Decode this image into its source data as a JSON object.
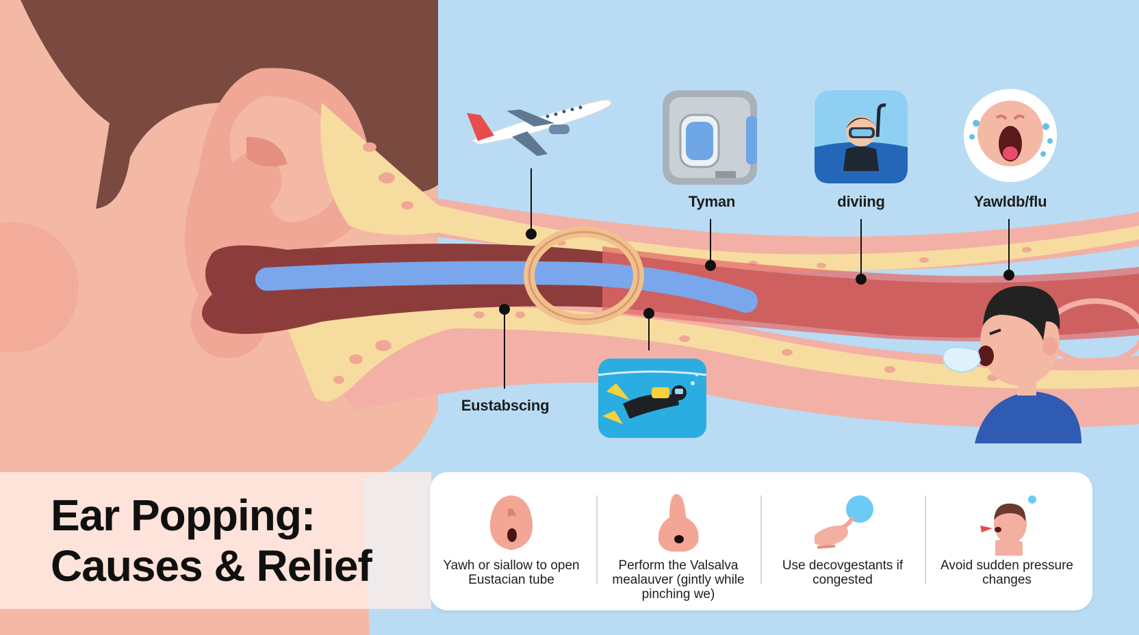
{
  "title": {
    "line1": "Ear Popping:",
    "line2": "Causes & Relief"
  },
  "cause_labels": {
    "tyman": "Tyman",
    "diving": "diviing",
    "yawn": "Yawldb/flu",
    "eustachian": "Eustabscing"
  },
  "icons": [
    "airplane-icon",
    "cabin-window-icon",
    "snorkeler-icon",
    "yawning-face-icon",
    "scuba-diver-icon",
    "yawning-person-icon"
  ],
  "tips": [
    {
      "text": "Yawh or siallow to open Eustacian tube",
      "icon": "nose-yawn-icon"
    },
    {
      "text": "Perform the Valsalva mealauver (gintly while pinching we)",
      "icon": "nose-pinch-icon"
    },
    {
      "text": "Use decovgestants if congested",
      "icon": "spray-bottle-icon"
    },
    {
      "text": "Avoid sudden pressure changes",
      "icon": "person-exhale-icon"
    }
  ],
  "colors": {
    "sky": "#b9dcf4",
    "skin": "#f4b9a4",
    "hair": "#7a4a41",
    "tube": "#7aa7ec",
    "bone": "#f7dca0",
    "canal": "#ee8f8c"
  }
}
